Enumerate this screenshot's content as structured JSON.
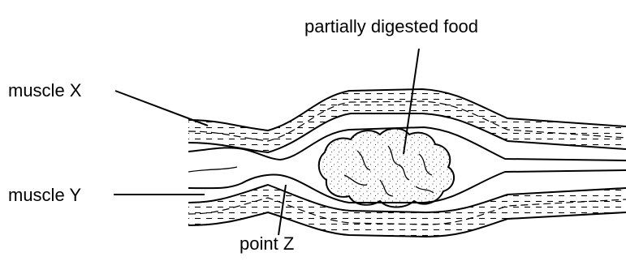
{
  "labels": {
    "food": "partially digested food",
    "muscle_x": "muscle X",
    "muscle_y": "muscle Y",
    "point_z": "point Z"
  },
  "colors": {
    "ink": "#000000",
    "paper": "#ffffff"
  }
}
